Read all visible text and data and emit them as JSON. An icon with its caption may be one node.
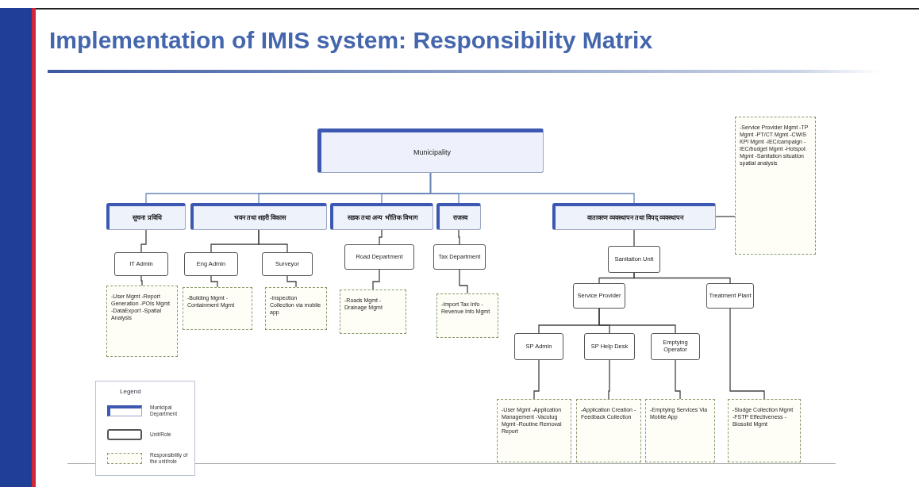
{
  "diagram": {
    "title": "Implementation of IMIS system: Responsibility Matrix",
    "nodes": [
      {
        "text": [
          "Municipality"
        ]
      },
      {
        "text": [
          "सूचना प्रविधि"
        ]
      },
      {
        "text": [
          "भवन तथा शहरी विकास"
        ]
      },
      {
        "text": [
          "सडक तथा अन्य भौतिक विभाग"
        ]
      },
      {
        "text": [
          "राजस्व"
        ]
      },
      {
        "text": [
          "वातावरण व्यवस्थापन तथा विपद् व्यवस्थापन"
        ]
      },
      {
        "text": [
          "-Service Provider Mgmt -TP Mgmt -PT/CT Mgmt -CWIS KPI Mgmt -IEC/campaign -IEC/budget Mgmt -Hotspot Mgmt -Sanitation situation spatial analysis"
        ]
      },
      {
        "text": [
          "IT Admin"
        ]
      },
      {
        "text": [
          "Eng Admin"
        ]
      },
      {
        "text": [
          "Surveyor"
        ]
      },
      {
        "text": [
          "Road Department"
        ]
      },
      {
        "text": [
          "Tax Department"
        ]
      },
      {
        "text": [
          "Sanitation Unit"
        ]
      },
      {
        "text": [
          "-User Mgmt -Report Generation -POIs Mgmt -DataExport -Spatial Analysis"
        ]
      },
      {
        "text": [
          "-Building Mgmt -Containment Mgmt"
        ]
      },
      {
        "text": [
          "-Inspection Collection via mobile app"
        ]
      },
      {
        "text": [
          "-Roads Mgmt -Drainage Mgmt"
        ]
      },
      {
        "text": [
          "-Import Tax Info -Revenue Info Mgmt"
        ]
      },
      {
        "text": [
          "Service Provider"
        ]
      },
      {
        "text": [
          "Treatment Plant"
        ]
      },
      {
        "text": [
          "SP Admin"
        ]
      },
      {
        "text": [
          "SP Help Desk"
        ]
      },
      {
        "text": [
          "Emptying Operator"
        ]
      },
      {
        "text": [
          "-User Mgmt -Application Management -Vacutug Mgmt -Routine Removal Report"
        ]
      },
      {
        "text": [
          "-Application Creation -Feedback Collection"
        ]
      },
      {
        "text": [
          "-Emptying Services Via Mobile App"
        ]
      },
      {
        "text": [
          "-Sludge Collection Mgmt -FSTP Effectiveness -Biosolid Mgmt"
        ]
      }
    ],
    "edges": [
      {
        "from": 0,
        "to": 1,
        "arrow": "none",
        "color": "#6a86b8"
      },
      {
        "from": 0,
        "to": 2,
        "arrow": "none",
        "color": "#6a86b8"
      },
      {
        "from": 0,
        "to": 3,
        "arrow": "none",
        "color": "#6a86b8"
      },
      {
        "from": 0,
        "to": 4,
        "arrow": "none",
        "color": "#6a86b8"
      },
      {
        "from": 0,
        "to": 5,
        "arrow": "none",
        "color": "#6a86b8"
      },
      {
        "from": 5,
        "to": 6,
        "arrow": "none"
      },
      {
        "from": 1,
        "to": 7,
        "arrow": "none"
      },
      {
        "from": 2,
        "to": 8,
        "arrow": "none"
      },
      {
        "from": 2,
        "to": 9,
        "arrow": "none"
      },
      {
        "from": 3,
        "to": 10,
        "arrow": "none"
      },
      {
        "from": 4,
        "to": 11,
        "arrow": "none"
      },
      {
        "from": 5,
        "to": 12,
        "arrow": "none"
      },
      {
        "from": 7,
        "to": 13,
        "arrow": "none"
      },
      {
        "from": 8,
        "to": 14,
        "arrow": "none"
      },
      {
        "from": 9,
        "to": 15,
        "arrow": "none"
      },
      {
        "from": 10,
        "to": 16,
        "arrow": "none"
      },
      {
        "from": 11,
        "to": 17,
        "arrow": "none"
      },
      {
        "from": 12,
        "to": 18,
        "arrow": "none"
      },
      {
        "from": 12,
        "to": 19,
        "arrow": "none"
      },
      {
        "from": 18,
        "to": 20,
        "arrow": "none"
      },
      {
        "from": 18,
        "to": 21,
        "arrow": "none"
      },
      {
        "from": 18,
        "to": 22,
        "arrow": "none"
      },
      {
        "from": 20,
        "to": 23,
        "arrow": "none"
      },
      {
        "from": 21,
        "to": 24,
        "arrow": "none"
      },
      {
        "from": 22,
        "to": 25,
        "arrow": "none"
      },
      {
        "from": 19,
        "to": 26,
        "arrow": "none"
      }
    ],
    "labels": [
      "Legend"
    ],
    "legend": [
      {
        "text": "Municipal Department"
      },
      {
        "text": "Unit/Role"
      },
      {
        "text": "Responsibility of the unit/role"
      }
    ]
  }
}
